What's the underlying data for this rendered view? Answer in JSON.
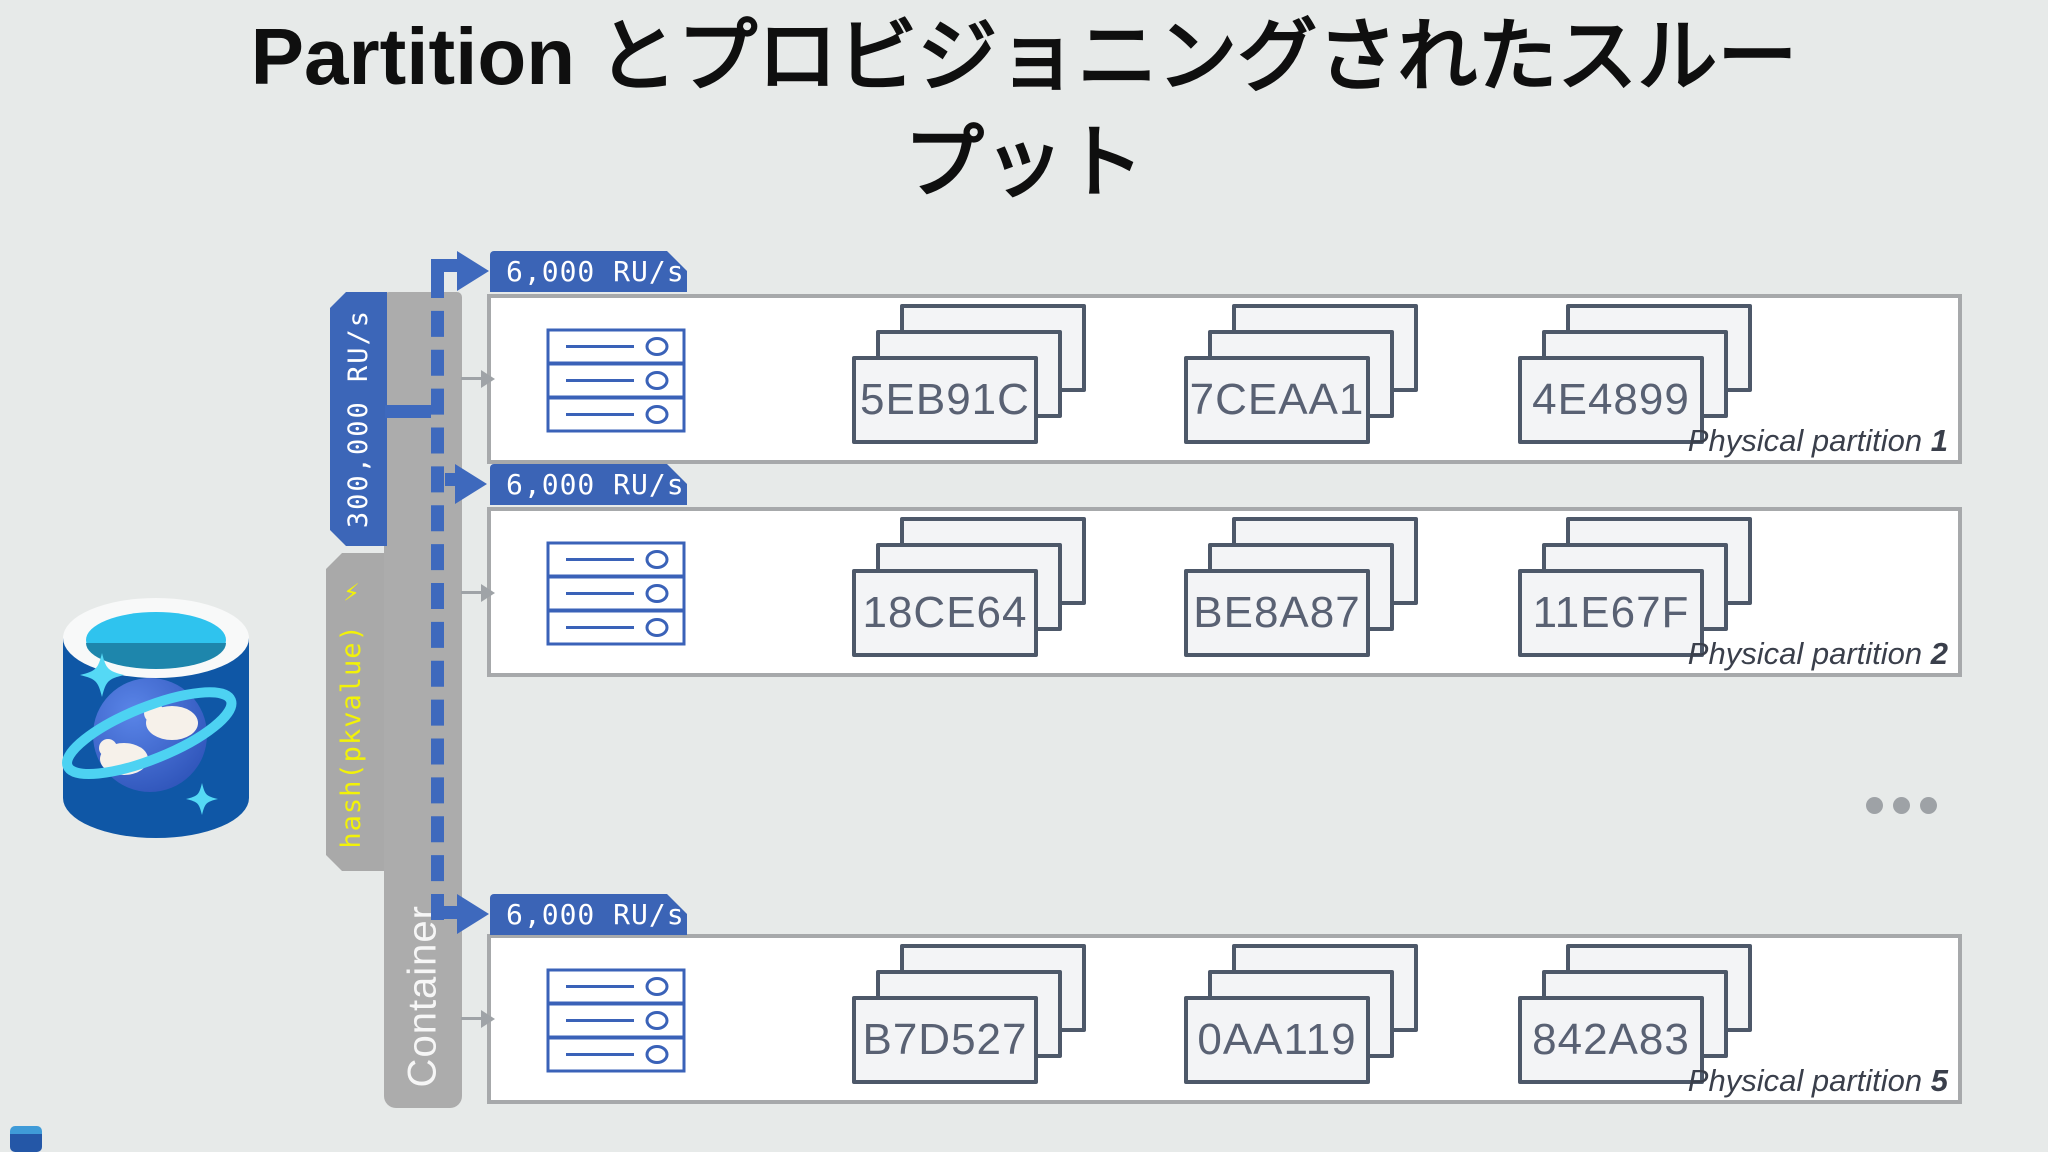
{
  "title": "Partition とプロビジョニングされたスループット",
  "database": {
    "icon": "azure-cosmos-db-icon",
    "container_label": "Container",
    "total_throughput": "300,000 RU/s",
    "hash_function": "hash(pkvalue)",
    "bolt": " ⚡"
  },
  "labels": {
    "physical_partition_prefix": "Physical partition "
  },
  "partitions": [
    {
      "throughput": "6,000 RU/s",
      "documents": [
        "5EB91C",
        "7CEAA1",
        "4E4899"
      ],
      "number": "1"
    },
    {
      "throughput": "6,000 RU/s",
      "documents": [
        "18CE64",
        "BE8A87",
        "11E67F"
      ],
      "number": "2"
    },
    {
      "throughput": "6,000 RU/s",
      "documents": [
        "B7D527",
        "0AA119",
        "842A83"
      ],
      "number": "5"
    }
  ],
  "colors": {
    "background": "#E7EAE9",
    "accent_blue": "#3B64B6",
    "dashed_blue": "#3E69BD",
    "bar_gray": "#ACACAC",
    "hash_yellow": "#F2F208",
    "card_border": "#4D5869",
    "server_blue": "#3A62B8",
    "cosmos_body_blue": "#0F57A6",
    "cosmos_cyan": "#2FC3EE"
  }
}
